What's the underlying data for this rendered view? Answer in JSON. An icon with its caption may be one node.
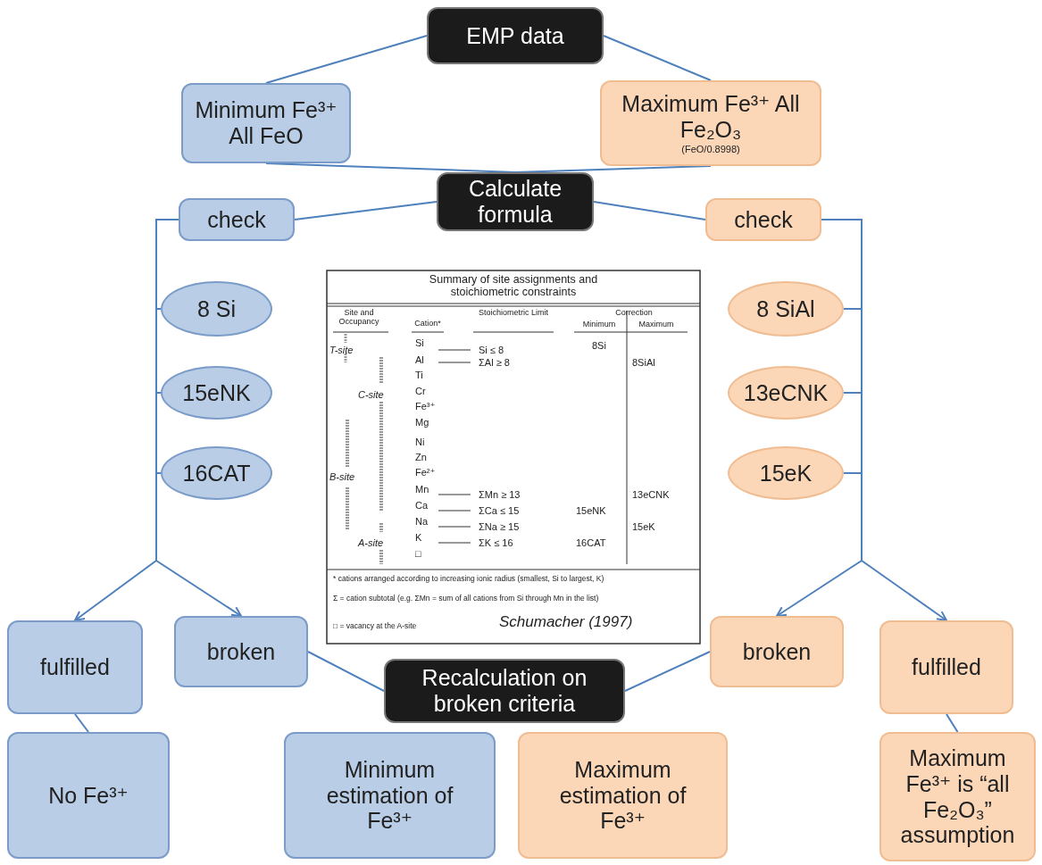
{
  "diagram": {
    "nodes": [
      {
        "text": [
          "EMP data"
        ]
      },
      {
        "text": [
          "Minimum Fe³⁺ All FeO"
        ]
      },
      {
        "text": [
          "Maximum Fe³⁺ All Fe₂O₃",
          "(FeO/0.8998)"
        ]
      },
      {
        "text": [
          "Calculate formula"
        ]
      },
      {
        "text": [
          "check"
        ]
      },
      {
        "text": [
          "check"
        ]
      },
      {
        "text": [
          "8 Si"
        ]
      },
      {
        "text": [
          "8 SiAl"
        ]
      },
      {
        "text": [
          "15eNK"
        ]
      },
      {
        "text": [
          "13eCNK"
        ]
      },
      {
        "text": [
          "16CAT"
        ]
      },
      {
        "text": [
          "15eK"
        ]
      },
      {
        "text": [
          "fulfilled"
        ]
      },
      {
        "text": [
          "broken"
        ]
      },
      {
        "text": [
          "Recalculation on broken criteria"
        ]
      },
      {
        "text": [
          "broken"
        ]
      },
      {
        "text": [
          "fulfilled"
        ]
      },
      {
        "text": [
          "No Fe³⁺"
        ]
      },
      {
        "text": [
          "Minimum estimation of Fe³⁺"
        ]
      },
      {
        "text": [
          "Maximum estimation of Fe³⁺"
        ]
      },
      {
        "text": [
          "Maximum Fe³⁺ is “all Fe₂O₃” assumption"
        ]
      }
    ],
    "edges": [
      {
        "from": 0,
        "to": 1,
        "arrow": "none"
      },
      {
        "from": 0,
        "to": 2,
        "arrow": "none"
      },
      {
        "from": 1,
        "to": 3,
        "arrow": "none"
      },
      {
        "from": 2,
        "to": 3,
        "arrow": "none"
      },
      {
        "from": 3,
        "to": 4,
        "arrow": "none"
      },
      {
        "from": 3,
        "to": 5,
        "arrow": "none"
      },
      {
        "from": 4,
        "to": 6,
        "arrow": "none"
      },
      {
        "from": 4,
        "to": 8,
        "arrow": "none"
      },
      {
        "from": 4,
        "to": 10,
        "arrow": "none"
      },
      {
        "from": 4,
        "to": 12,
        "arrow": "to"
      },
      {
        "from": 4,
        "to": 13,
        "arrow": "to"
      },
      {
        "from": 5,
        "to": 7,
        "arrow": "none"
      },
      {
        "from": 5,
        "to": 9,
        "arrow": "none"
      },
      {
        "from": 5,
        "to": 11,
        "arrow": "none"
      },
      {
        "from": 5,
        "to": 15,
        "arrow": "to"
      },
      {
        "from": 5,
        "to": 16,
        "arrow": "to"
      },
      {
        "from": 13,
        "to": 14,
        "arrow": "none"
      },
      {
        "from": 15,
        "to": 14,
        "arrow": "none"
      },
      {
        "from": 12,
        "to": 17,
        "arrow": "none"
      },
      {
        "from": 16,
        "to": 20,
        "arrow": "none"
      }
    ],
    "labels": [
      "Summary of site assignments and stoichiometric constraints",
      "Site and Occupancy",
      "Cation*",
      "Stoichiometric Limit",
      "Correction",
      "Minimum",
      "Maximum",
      "T-site",
      "Si",
      "Si ≤ 8",
      "8Si",
      "Al",
      "ΣAl ≥ 8",
      "8SiAl",
      "Ti",
      "C-site",
      "Cr",
      "Fe³⁺",
      "Mg",
      "Ni",
      "Zn",
      "B-site",
      "Fe²⁺",
      "Mn",
      "ΣMn ≥ 13",
      "13eCNK",
      "Ca",
      "ΣCa ≤ 15",
      "15eNK",
      "Na",
      "ΣNa ≥ 15",
      "15eK",
      "A-site",
      "K",
      "ΣK ≤ 16",
      "16CAT",
      "□",
      "* cations arranged according to increasing ionic radius (smallest, Si to largest, K)",
      "Σ = cation subtotal (e.g. ΣMn = sum of all cations from Si through Mn in the list)",
      "□ = vacancy at the A-site",
      "Schumacher (1997)"
    ]
  }
}
